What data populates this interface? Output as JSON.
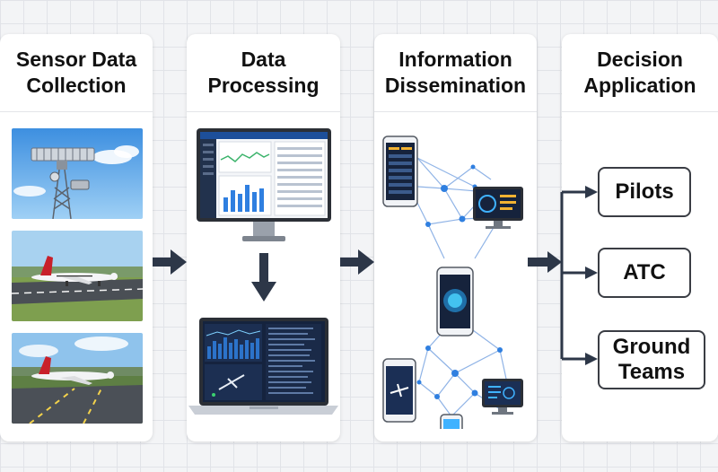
{
  "stages": [
    {
      "line1": "Sensor Data",
      "line2": "Collection"
    },
    {
      "line1": "Data",
      "line2": "Processing"
    },
    {
      "line1": "Information",
      "line2": "Dissemination"
    },
    {
      "line1": "Decision",
      "line2": "Application"
    }
  ],
  "outputs": {
    "pilots": "Pilots",
    "atc": "ATC",
    "ground_line1": "Ground",
    "ground_line2": "Teams"
  },
  "colors": {
    "arrow": "#2d3748",
    "sky": "#5aa2e6",
    "screen": "#1c2c4c",
    "accent_blue": "#2f7fe0"
  }
}
